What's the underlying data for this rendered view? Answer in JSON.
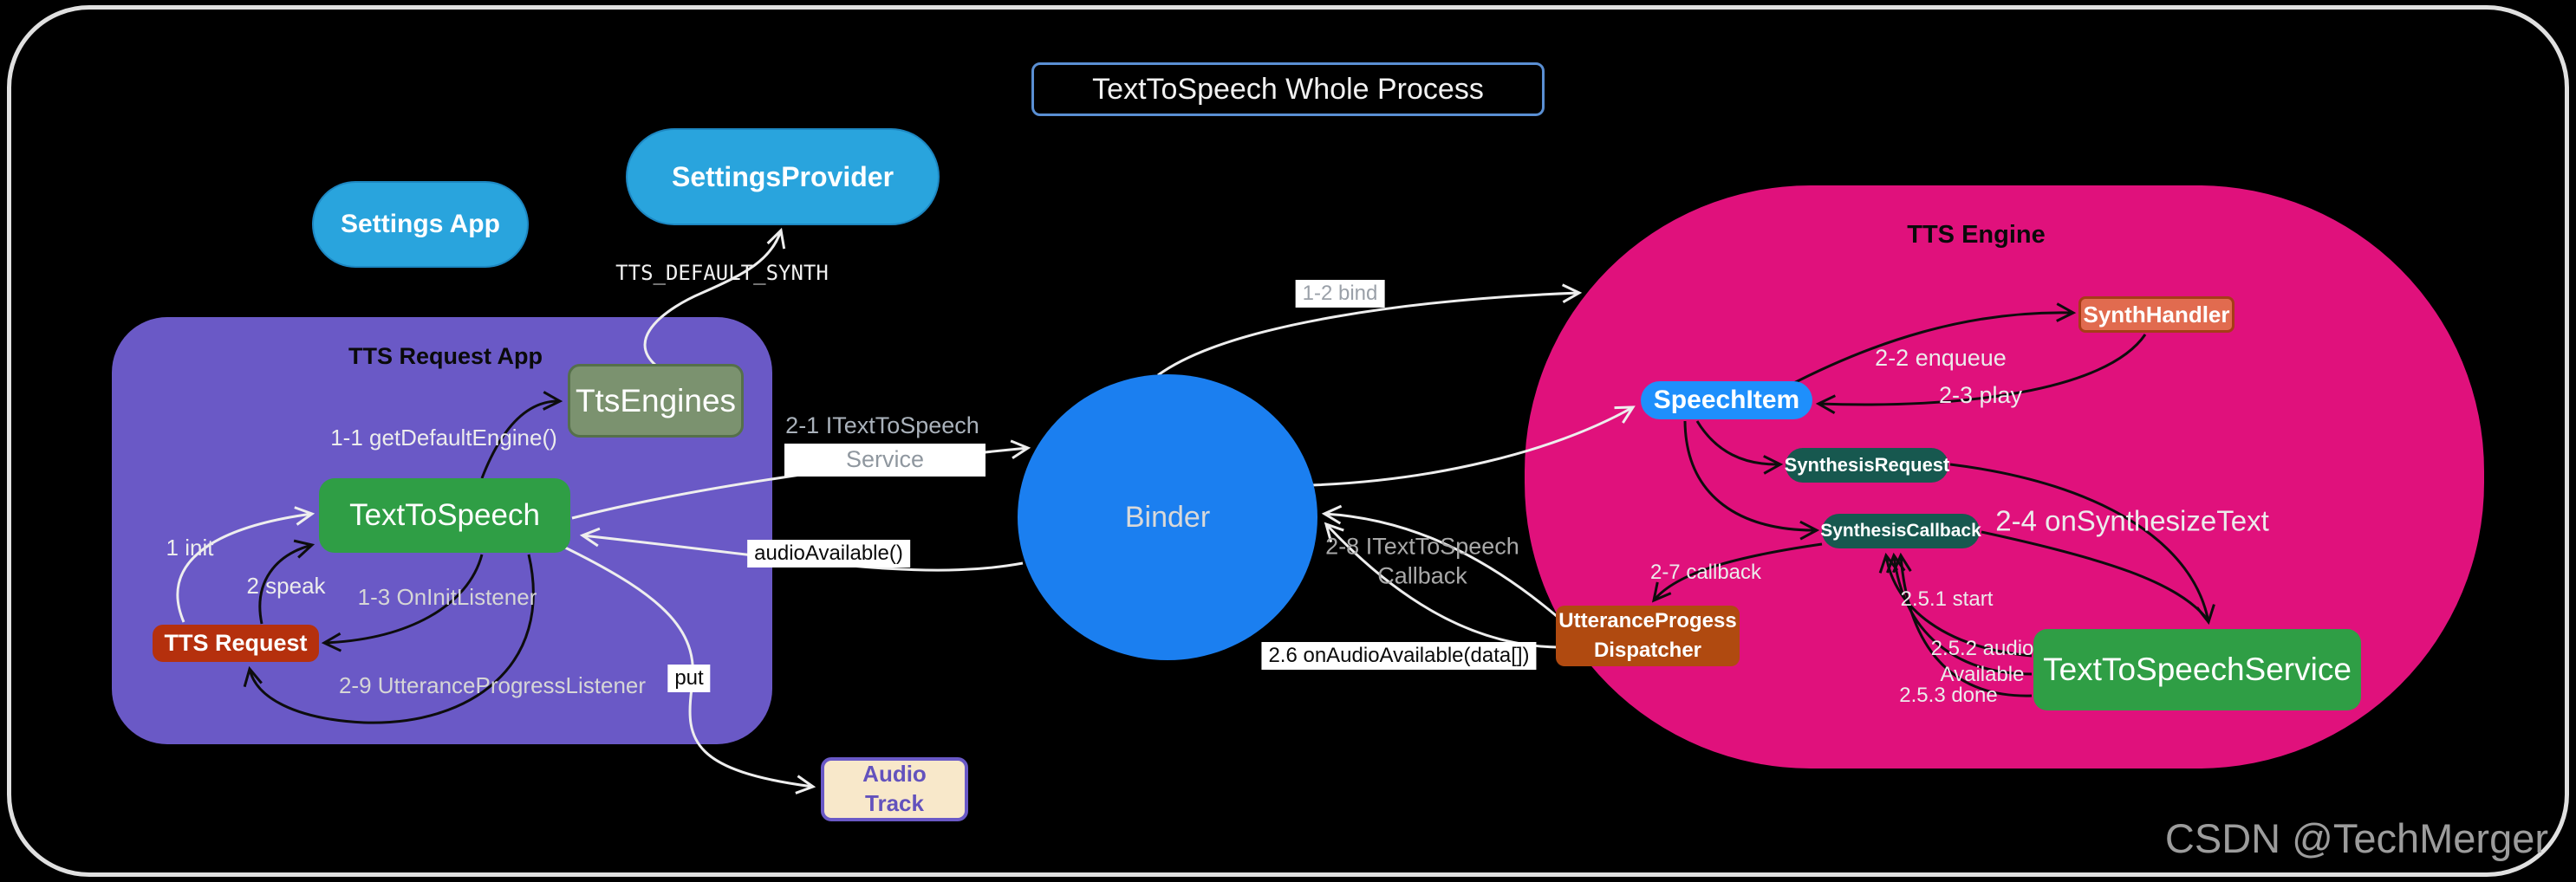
{
  "title": {
    "text": "TextToSpeech Whole Process"
  },
  "watermark": "CSDN @TechMerger",
  "nodes": {
    "settings_app": {
      "label": "Settings App"
    },
    "settings_provider": {
      "label": "SettingsProvider"
    },
    "tts_request_app": {
      "label": "TTS Request App"
    },
    "tts_engines": {
      "label": "TtsEngines"
    },
    "text_to_speech": {
      "label": "TextToSpeech"
    },
    "tts_request": {
      "label": "TTS Request"
    },
    "binder": {
      "label": "Binder"
    },
    "audio_track": {
      "label": "Audio\nTrack"
    },
    "tts_engine": {
      "label": "TTS Engine"
    },
    "synth_handler": {
      "label": "SynthHandler"
    },
    "speech_item": {
      "label": "SpeechItem"
    },
    "synthesis_request": {
      "label": "SynthesisRequest"
    },
    "synthesis_callback": {
      "label": "SynthesisCallback"
    },
    "utterance_dispatcher": {
      "label": "UtteranceProgess\nDispatcher"
    },
    "tts_service": {
      "label": "TextToSpeechService"
    }
  },
  "edges": {
    "tts_default_synth": "TTS_DEFAULT_SYNTH",
    "e1_init": "1  init",
    "e1_1": "1-1 getDefaultEngine()",
    "e1_2": "1-2 bind",
    "e1_3": "1-3 OnInitListener",
    "e2_speak": "2 speak",
    "e2_9": "2-9 UtteranceProgressListener",
    "e2_1_line1": "2-1 ITextToSpeech",
    "e2_1_line2": "Service",
    "audio_available": "audioAvailable()",
    "put": "put",
    "e2_8": "2-8 ITextToSpeech\nCallback",
    "e2_6": "2.6 onAudioAvailable(data[])",
    "e2_2": "2-2 enqueue",
    "e2_3": "2-3  play",
    "e2_4": "2-4 onSynthesizeText",
    "e2_7": "2-7 callback",
    "e2_5_1": "2.5.1 start",
    "e2_5_2": "2.5.2 audio\nAvailable",
    "e2_5_3": "2.5.3 done"
  },
  "colors": {
    "canvas_bg": "#000000",
    "frame_border": "#e0e0e0",
    "title_border": "#5a8fd3",
    "sky_blue": "#29a4dd",
    "purple": "#6a59c6",
    "engine_green_gray": "#7b926f",
    "green": "#2f9e45",
    "brick_red": "#b5300d",
    "binder_blue": "#1b7ff0",
    "pink": "#e0117c",
    "salmon": "#e16b4f",
    "bright_blue": "#1e8ffc",
    "teal": "#17584f",
    "burnt_orange": "#b04a10",
    "cream": "#f8e8ca",
    "white_arrow": "#eeeeee",
    "black_arrow": "#0d0d0d"
  }
}
